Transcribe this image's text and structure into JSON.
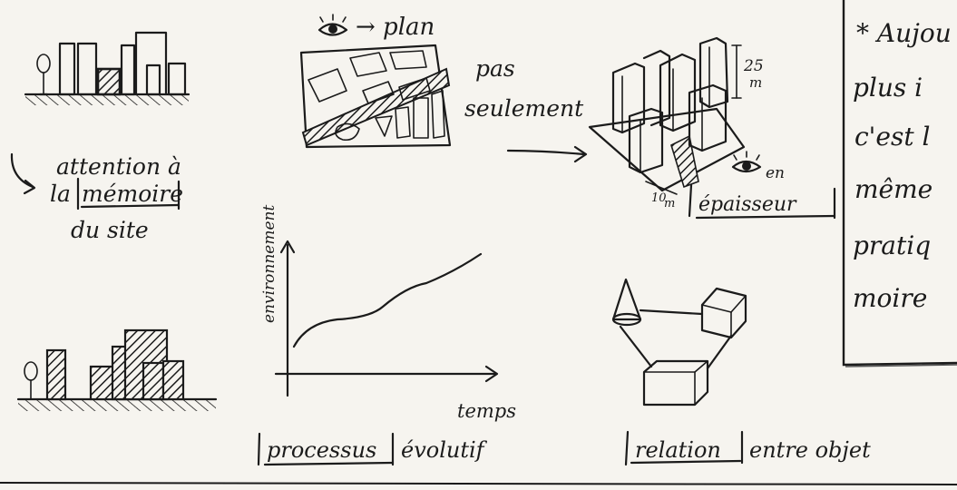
{
  "labels": {
    "plan": "→ plan",
    "pas": "pas",
    "seulement": "seulement",
    "height": "25",
    "height_unit": "m",
    "width": "10",
    "width_unit": "m",
    "en": "en",
    "epaisseur": "épaisseur",
    "attention_line1": "attention à",
    "attention_la": "la",
    "memoire": "mémoire",
    "attention_line3": "du site",
    "y_axis": "environnement",
    "x_axis": "temps",
    "processus": "processus",
    "evolutif": "évolutif",
    "relation": "relation",
    "entre_objets": "entre objet"
  },
  "note": {
    "lines": [
      "* Aujou",
      "plus i",
      "c'est l",
      "même",
      "pratiq",
      "moire"
    ]
  },
  "icons": [
    "eye-icon",
    "eye-icon"
  ],
  "colors": {
    "ink": "#1b1b1b",
    "paper": "#f6f4ef"
  }
}
